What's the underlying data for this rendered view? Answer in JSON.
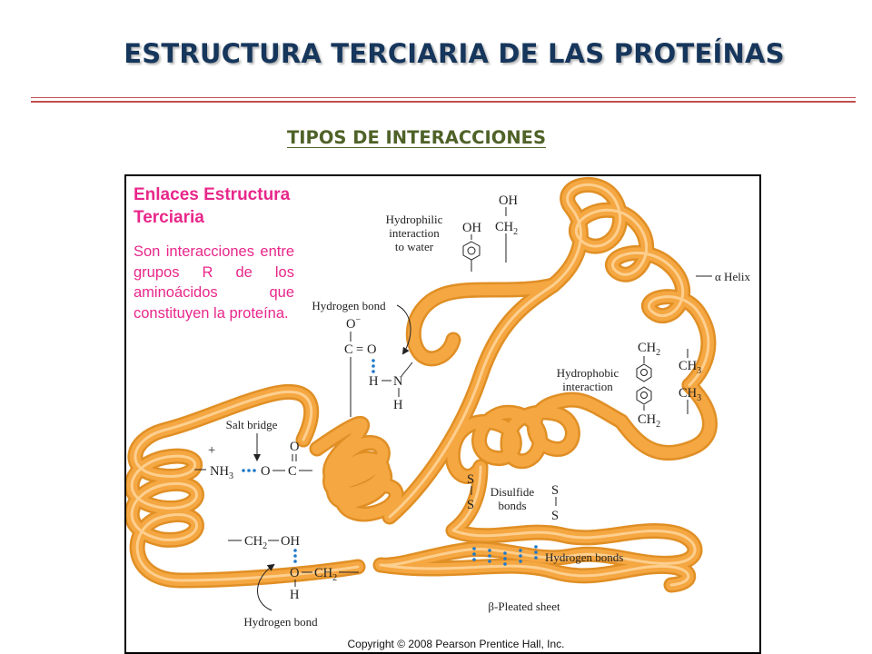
{
  "slide": {
    "title": "ESTRUCTURA TERCIARIA DE LAS PROTEÍNAS",
    "subtitle": "TIPOS DE INTERACCIONES"
  },
  "textbox": {
    "heading": "Enlaces Estructura Terciaria",
    "body": "Son interacciones entre grupos R de los aminoácidos que constituyen la proteína."
  },
  "figure": {
    "labels": {
      "hydrophilic": [
        "Hydrophilic",
        "interaction",
        "to water"
      ],
      "hydrogen_bond_top": "Hydrogen bond",
      "alpha_helix": "α Helix",
      "hydrophobic": [
        "Hydrophobic",
        "interaction"
      ],
      "salt_bridge": "Salt bridge",
      "disulfide": [
        "Disulfide",
        "bonds"
      ],
      "hydrogen_bonds": "Hydrogen bonds",
      "beta_sheet": "β-Pleated sheet",
      "hydrogen_bond_bottom": "Hydrogen bond"
    },
    "copyright": "Copyright © 2008 Pearson Prentice Hall, Inc."
  },
  "colors": {
    "ribbon": "#f5a742",
    "ribbon_edge": "#e08f25",
    "title": "#16365c",
    "subtitle": "#4f6228",
    "rule": "#c0504d",
    "pink": "#e8278a",
    "dots": "#1f78c8"
  }
}
